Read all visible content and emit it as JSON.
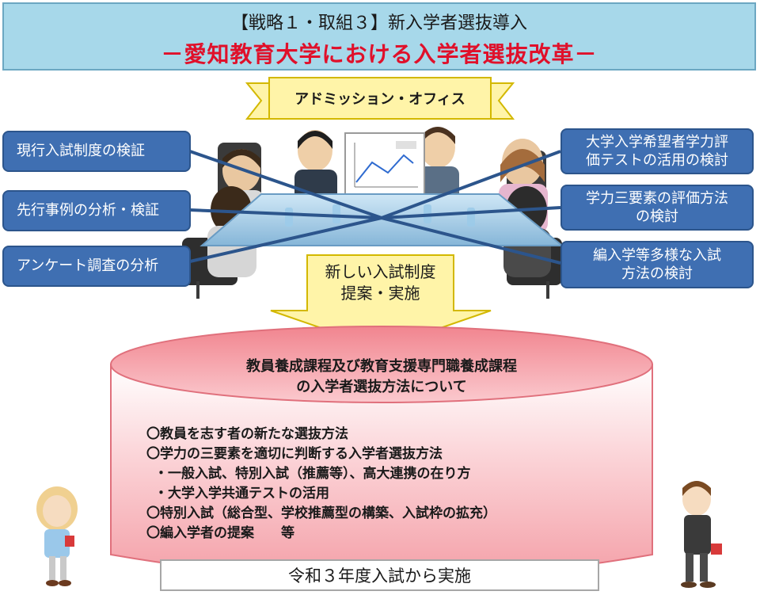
{
  "header": {
    "line1": "【戦略１・取組３】新入学者選抜導入",
    "line2": "－愛知教育大学における入学者選抜改革－"
  },
  "banner": {
    "label": "アドミッション・オフィス"
  },
  "left_items": [
    {
      "label": "現行入試制度の検証"
    },
    {
      "label": "先行事例の分析・検証"
    },
    {
      "label": "アンケート調査の分析"
    }
  ],
  "right_items": [
    {
      "line1": "大学入学希望者学力評",
      "line2": "価テストの活用の検討"
    },
    {
      "line1": "学力三要素の評価方法",
      "line2": "の検討"
    },
    {
      "line1": "編入学等多様な入試",
      "line2": "方法の検討"
    }
  ],
  "arrow": {
    "line1": "新しい入試制度",
    "line2": "提案・実施"
  },
  "cylinder": {
    "title1": "教員養成課程及び教育支援専門職養成課程",
    "title2": "の入学者選抜方法について",
    "items": [
      "〇教員を志す者の新たな選抜方法",
      "〇学力の三要素を適切に判断する入学者選抜方法",
      "・一般入試、特別入試（推薦等）、高大連携の在り方",
      "・大学入学共通テストの活用",
      "〇特別入試（総合型、学校推薦型の構築、入試枠の拡充）",
      "〇編入学者の提案　　等"
    ]
  },
  "footer": {
    "label": "令和３年度入試から実施"
  },
  "colors": {
    "title_bg": "#a7d8ea",
    "title_red": "#e0102a",
    "box_blue": "#3f6fb2",
    "arrow_yellow": "#fff4a8",
    "cylinder_pink": "#f4a0a8"
  }
}
